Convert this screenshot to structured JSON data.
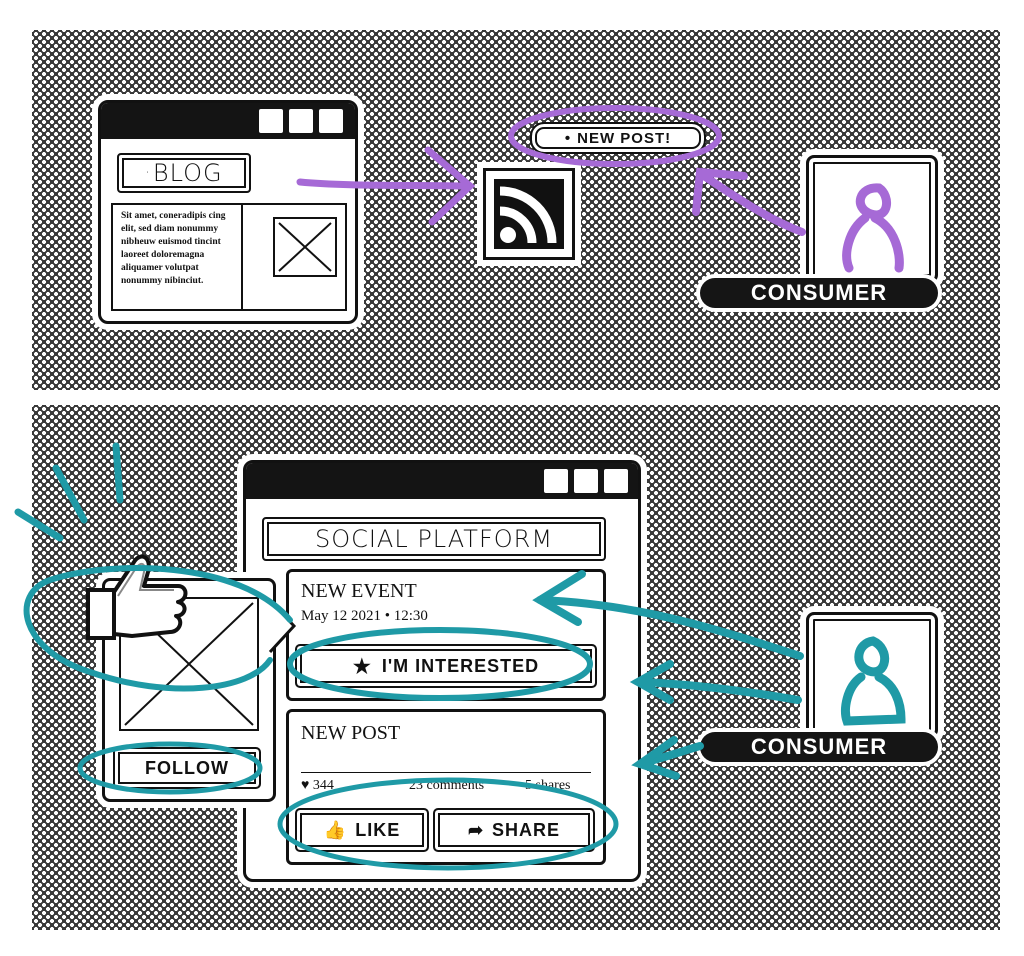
{
  "top": {
    "blog": {
      "title": "BLOG",
      "body": "Sit amet, coneradipis cing elit, sed diam nonummy nibheuw euismod tincint laoreet doloremagna aliquamer volutpat nonummy nibinciut."
    },
    "rss": {
      "icon": "rss-icon"
    },
    "new_post_tag": "NEW POST!",
    "consumer_label": "CONSUMER"
  },
  "bottom": {
    "platform_title": "SOCIAL PLATFORM",
    "event": {
      "title": "NEW EVENT",
      "datetime": "May 12 2021 • 12:30",
      "button": "I'M INTERESTED"
    },
    "post": {
      "title": "NEW POST",
      "likes": "♥ 344",
      "comments": "23 comments",
      "shares": "5 shares",
      "like_button": "LIKE",
      "share_button": "SHARE"
    },
    "follow_button": "FOLLOW",
    "consumer_label": "CONSUMER"
  },
  "colors": {
    "purple": "#a66ad6",
    "teal": "#1f9aa6",
    "ink": "#111111"
  }
}
